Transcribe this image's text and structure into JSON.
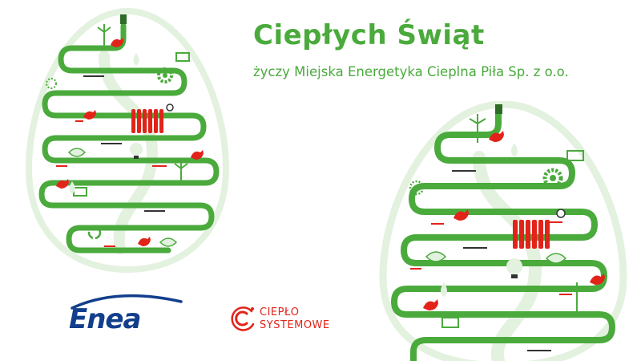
{
  "greeting": {
    "title": "Ciepłych Świąt",
    "subtitle": "życzy Miejska Energetyka Cieplna Piła Sp. z o.o."
  },
  "logos": {
    "enea": {
      "wordmark": "Enea",
      "icon": "enea-arc-icon"
    },
    "cieplo_systemowe": {
      "line1": "CIEPŁO",
      "line2": "SYSTEMOWE",
      "icon": "c-circle-icon"
    }
  },
  "illustration": {
    "eggs": 2,
    "icons": [
      "bird-icon",
      "wind-turbine-icon",
      "solar-panel-icon",
      "gear-icon",
      "radiator-icon",
      "gauge-icon",
      "sun-icon",
      "leaf-icon",
      "lightbulb-icon",
      "recycle-icon",
      "water-drop-icon"
    ]
  },
  "colors": {
    "green": "#4aaa3c",
    "pale_green": "#e3f1df",
    "red": "#e2231a",
    "navy": "#123f8c",
    "gray": "#9aa7a0"
  }
}
